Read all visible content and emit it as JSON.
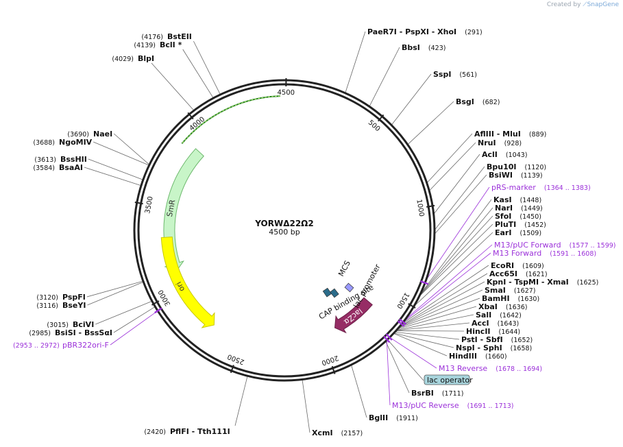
{
  "credit": {
    "prefix": "Created by",
    "brand": "SnapGene"
  },
  "plasmid": {
    "name": "YORWΔ22Ω2",
    "length": "4500 bp",
    "total_bp": 4500
  },
  "ticks": [
    {
      "bp": 500,
      "label": "500"
    },
    {
      "bp": 1000,
      "label": "1000"
    },
    {
      "bp": 1500,
      "label": "1500"
    },
    {
      "bp": 2000,
      "label": "2000"
    },
    {
      "bp": 2500,
      "label": "2500"
    },
    {
      "bp": 3000,
      "label": "3000"
    },
    {
      "bp": 3500,
      "label": "3500"
    },
    {
      "bp": 4000,
      "label": "4000"
    },
    {
      "bp": 4500,
      "label": "4500"
    }
  ],
  "features": [
    {
      "name": "SmR",
      "start": 3110,
      "end": 3900,
      "color": "#c8f5c8",
      "stroke": "#6cb86c",
      "dir": "rev",
      "radius": 135
    },
    {
      "name": "ori",
      "start": 2700,
      "end": 3325,
      "color": "#ffff00",
      "stroke": "#c8c800",
      "dir": "rev",
      "radius": 135
    },
    {
      "name": "lacZα",
      "start": 1620,
      "end": 1900,
      "color": "#962d65",
      "stroke": "#6a1e46",
      "dir": "fwd",
      "radius": 135
    }
  ],
  "inner_labels": {
    "mcs": "MCS",
    "lac_promoter": "lac promoter",
    "cap_site": "CAP binding site"
  },
  "sites_right": [
    {
      "name": "PaeR7I  - PspXI  - XhoI",
      "pos": "(291)",
      "bp": 291
    },
    {
      "name": "BbsI",
      "pos": "(423)",
      "bp": 423
    },
    {
      "name": "SspI",
      "pos": "(561)",
      "bp": 561
    },
    {
      "name": "BsgI",
      "pos": "(682)",
      "bp": 682
    },
    {
      "name": "AflIII  - MluI",
      "pos": "(889)",
      "bp": 889
    },
    {
      "name": "NruI",
      "pos": "(928)",
      "bp": 928
    },
    {
      "name": "AclI",
      "pos": "(1043)",
      "bp": 1043
    },
    {
      "name": "Bpu10I",
      "pos": "(1120)",
      "bp": 1120
    },
    {
      "name": "BsiWI",
      "pos": "(1139)",
      "bp": 1139
    },
    {
      "name": "pRS-marker",
      "pos": "(1364 .. 1383)",
      "bp": 1373,
      "feature": true
    },
    {
      "name": "KasI",
      "pos": "(1448)",
      "bp": 1448
    },
    {
      "name": "NarI",
      "pos": "(1449)",
      "bp": 1449
    },
    {
      "name": "SfoI",
      "pos": "(1450)",
      "bp": 1450
    },
    {
      "name": "PluTI",
      "pos": "(1452)",
      "bp": 1452
    },
    {
      "name": "EarI",
      "pos": "(1509)",
      "bp": 1509
    },
    {
      "name": "M13/pUC Forward",
      "pos": "(1577 .. 1599)",
      "bp": 1588,
      "feature": true
    },
    {
      "name": "M13 Forward",
      "pos": "(1591 .. 1608)",
      "bp": 1600,
      "feature": true
    },
    {
      "name": "EcoRI",
      "pos": "(1609)",
      "bp": 1609
    },
    {
      "name": "Acc65I",
      "pos": "(1621)",
      "bp": 1621
    },
    {
      "name": "KpnI  - TspMI  - XmaI",
      "pos": "(1625)",
      "bp": 1625
    },
    {
      "name": "SmaI",
      "pos": "(1627)",
      "bp": 1627
    },
    {
      "name": "BamHI",
      "pos": "(1630)",
      "bp": 1630
    },
    {
      "name": "XbaI",
      "pos": "(1636)",
      "bp": 1636
    },
    {
      "name": "SalI",
      "pos": "(1642)",
      "bp": 1642
    },
    {
      "name": "AccI",
      "pos": "(1643)",
      "bp": 1643
    },
    {
      "name": "HincII",
      "pos": "(1644)",
      "bp": 1644
    },
    {
      "name": "PstI  - SbfI",
      "pos": "(1652)",
      "bp": 1652
    },
    {
      "name": "NspI  - SphI",
      "pos": "(1658)",
      "bp": 1658
    },
    {
      "name": "HindIII",
      "pos": "(1660)",
      "bp": 1660
    },
    {
      "name": "M13 Reverse",
      "pos": "(1678 .. 1694)",
      "bp": 1686,
      "feature": true
    },
    {
      "name": "lac operator",
      "pos": "",
      "bp": 1700,
      "boxed": true
    },
    {
      "name": "BsrBI",
      "pos": "(1711)",
      "bp": 1711
    },
    {
      "name": "M13/pUC Reverse",
      "pos": "(1691 .. 1713)",
      "bp": 1702,
      "feature": true
    },
    {
      "name": "BglII",
      "pos": "(1911)",
      "bp": 1911
    },
    {
      "name": "XcmI",
      "pos": "(2157)",
      "bp": 2157
    }
  ],
  "sites_left": [
    {
      "name": "PflFI  - Tth111I",
      "pos": "(2420)",
      "bp": 2420
    },
    {
      "name": "pBR322ori-F",
      "pos": "(2953 .. 2972)",
      "bp": 2962,
      "feature": true
    },
    {
      "name": "BsiSI  - BssSαI",
      "pos": "(2985)",
      "bp": 2985
    },
    {
      "name": "BciVI",
      "pos": "(3015)",
      "bp": 3015
    },
    {
      "name": "BseYI",
      "pos": "(3116)",
      "bp": 3116
    },
    {
      "name": "PspFI",
      "pos": "(3120)",
      "bp": 3120
    },
    {
      "name": "BsaAI",
      "pos": "(3584)",
      "bp": 3584
    },
    {
      "name": "BssHII",
      "pos": "(3613)",
      "bp": 3613
    },
    {
      "name": "NgoMIV",
      "pos": "(3688)",
      "bp": 3688
    },
    {
      "name": "NaeI",
      "pos": "(3690)",
      "bp": 3690
    },
    {
      "name": "BlpI",
      "pos": "(4029)",
      "bp": 4029
    },
    {
      "name": "BclI *",
      "pos": "(4139)",
      "bp": 4139
    },
    {
      "name": "BstEII",
      "pos": "(4176)",
      "bp": 4176
    }
  ],
  "colors": {
    "feature_text": "#9b30d9",
    "lac_operator_box": "#a8d4dc",
    "backbone": "#222222"
  }
}
